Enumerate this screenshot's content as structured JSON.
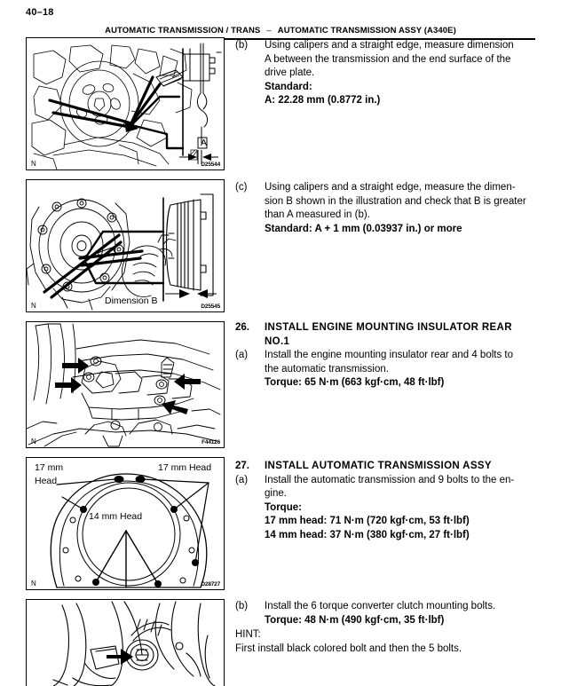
{
  "page": {
    "number": "40–18"
  },
  "header": {
    "left": "AUTOMATIC TRANSMISSION / TRANS",
    "dash": "–",
    "right": "AUTOMATIC TRANSMISSION ASSY (A340E)"
  },
  "figures": [
    {
      "code": "D25544",
      "corner_mark": "N",
      "labels": [
        {
          "text": "A"
        }
      ]
    },
    {
      "code": "D25545",
      "corner_mark": "N",
      "labels": [
        {
          "text": "Dimension B"
        }
      ]
    },
    {
      "code": "F44126",
      "corner_mark": "N",
      "labels": []
    },
    {
      "code": "D28727",
      "corner_mark": "N",
      "labels": [
        {
          "text": "17 mm"
        },
        {
          "text": "Head"
        },
        {
          "text": "17 mm Head"
        },
        {
          "text": "14 mm Head"
        }
      ]
    },
    {
      "code": "",
      "corner_mark": "",
      "labels": []
    }
  ],
  "steps": [
    {
      "marker": "(b)",
      "lines": [
        {
          "text": "Using calipers and a straight edge, measure dimension",
          "style": "plain"
        },
        {
          "text": "A between the transmission and the end surface of the",
          "style": "plain"
        },
        {
          "text": "drive plate.",
          "style": "plain"
        },
        {
          "text": "Standard:",
          "style": "bold"
        },
        {
          "text": "A: 22.28 mm (0.8772 in.)",
          "style": "bold"
        }
      ]
    },
    {
      "marker": "(c)",
      "lines": [
        {
          "text": "Using calipers and a straight edge, measure the dimen-",
          "style": "plain"
        },
        {
          "text": "sion B shown in the illustration and check that B is greater",
          "style": "plain"
        },
        {
          "text": "than A measured in (b).",
          "style": "plain"
        },
        {
          "text": "Standard: A + 1 mm (0.03937 in.) or more",
          "style": "bold"
        }
      ]
    },
    {
      "marker": "26.",
      "marker_bold": true,
      "lines": [
        {
          "text": "INSTALL ENGINE MOUNTING INSULATOR REAR",
          "style": "head"
        },
        {
          "text": "NO.1",
          "style": "head"
        }
      ]
    },
    {
      "marker": "(a)",
      "lines": [
        {
          "text": "Install the engine mounting insulator rear and 4 bolts to",
          "style": "plain"
        },
        {
          "text": "the automatic transmission.",
          "style": "plain"
        },
        {
          "text": "Torque: 65 N·m (663 kgf·cm, 48 ft·lbf)",
          "style": "bold"
        }
      ]
    },
    {
      "marker": "27.",
      "marker_bold": true,
      "lines": [
        {
          "text": "INSTALL AUTOMATIC TRANSMISSION ASSY",
          "style": "head"
        }
      ]
    },
    {
      "marker": "(a)",
      "lines": [
        {
          "text": "Install the automatic transmission and 9 bolts to the en-",
          "style": "plain"
        },
        {
          "text": "gine.",
          "style": "plain"
        },
        {
          "text": "Torque:",
          "style": "bold"
        },
        {
          "text": "17 mm head: 71 N·m (720 kgf·cm, 53 ft·lbf)",
          "style": "bold"
        },
        {
          "text": "14 mm head: 37 N·m (380 kgf·cm, 27 ft·lbf)",
          "style": "bold"
        }
      ]
    },
    {
      "marker": "(b)",
      "lines": [
        {
          "text": "Install the 6 torque converter clutch mounting bolts.",
          "style": "plain"
        },
        {
          "text": "Torque: 48 N·m (490 kgf·cm, 35 ft·lbf)",
          "style": "bold"
        }
      ]
    }
  ],
  "hint": {
    "label": "HINT:",
    "text": "First install black colored bolt and then the 5 bolts."
  }
}
